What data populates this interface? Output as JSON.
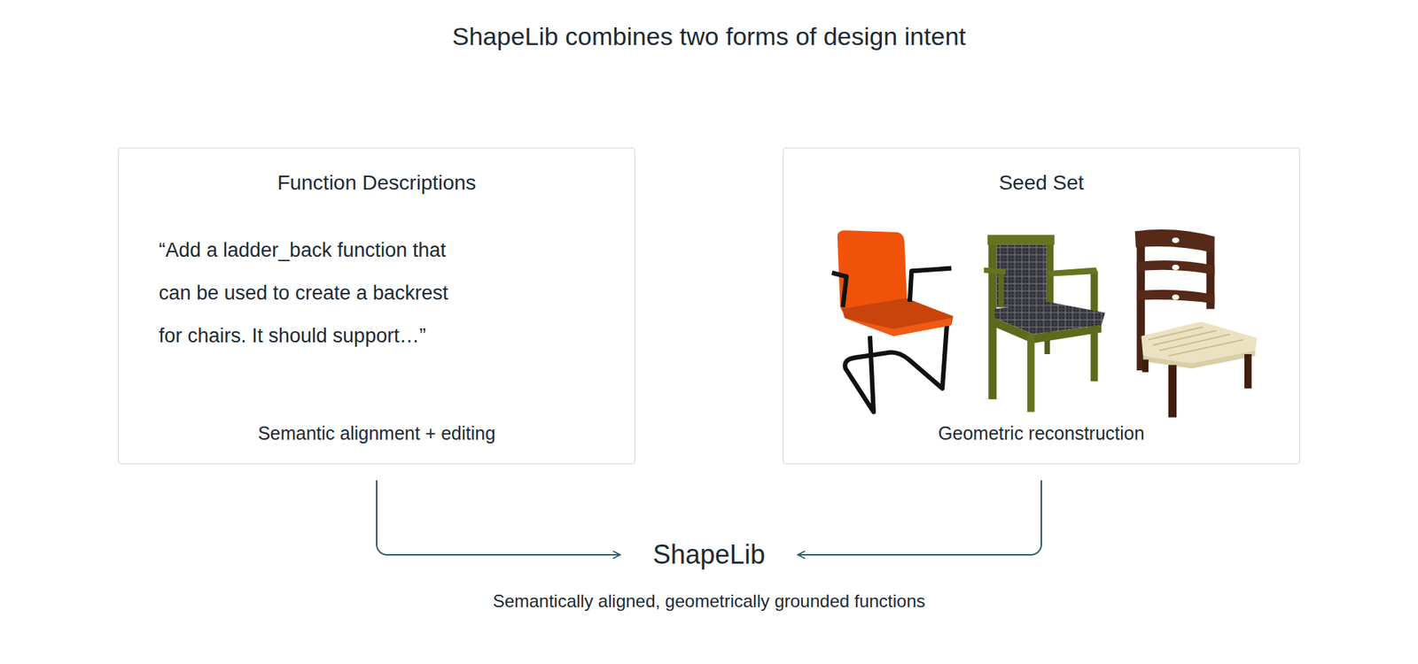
{
  "diagram": {
    "title": "ShapeLib combines two forms of design intent",
    "nodes": [
      {
        "text": [
          "Function Descriptions",
          "“Add a ladder_back function that can be used to create a backrest for chairs. It should support…”",
          "Semantic alignment + editing"
        ]
      },
      {
        "text": [
          "Seed Set",
          "Geometric reconstruction"
        ]
      },
      {
        "text": [
          "ShapeLib",
          "Semantically aligned, geometrically grounded functions"
        ]
      }
    ],
    "edges": [
      {
        "from": 0,
        "to": 2,
        "arrow": "to"
      },
      {
        "from": 1,
        "to": 2,
        "arrow": "to"
      }
    ]
  }
}
